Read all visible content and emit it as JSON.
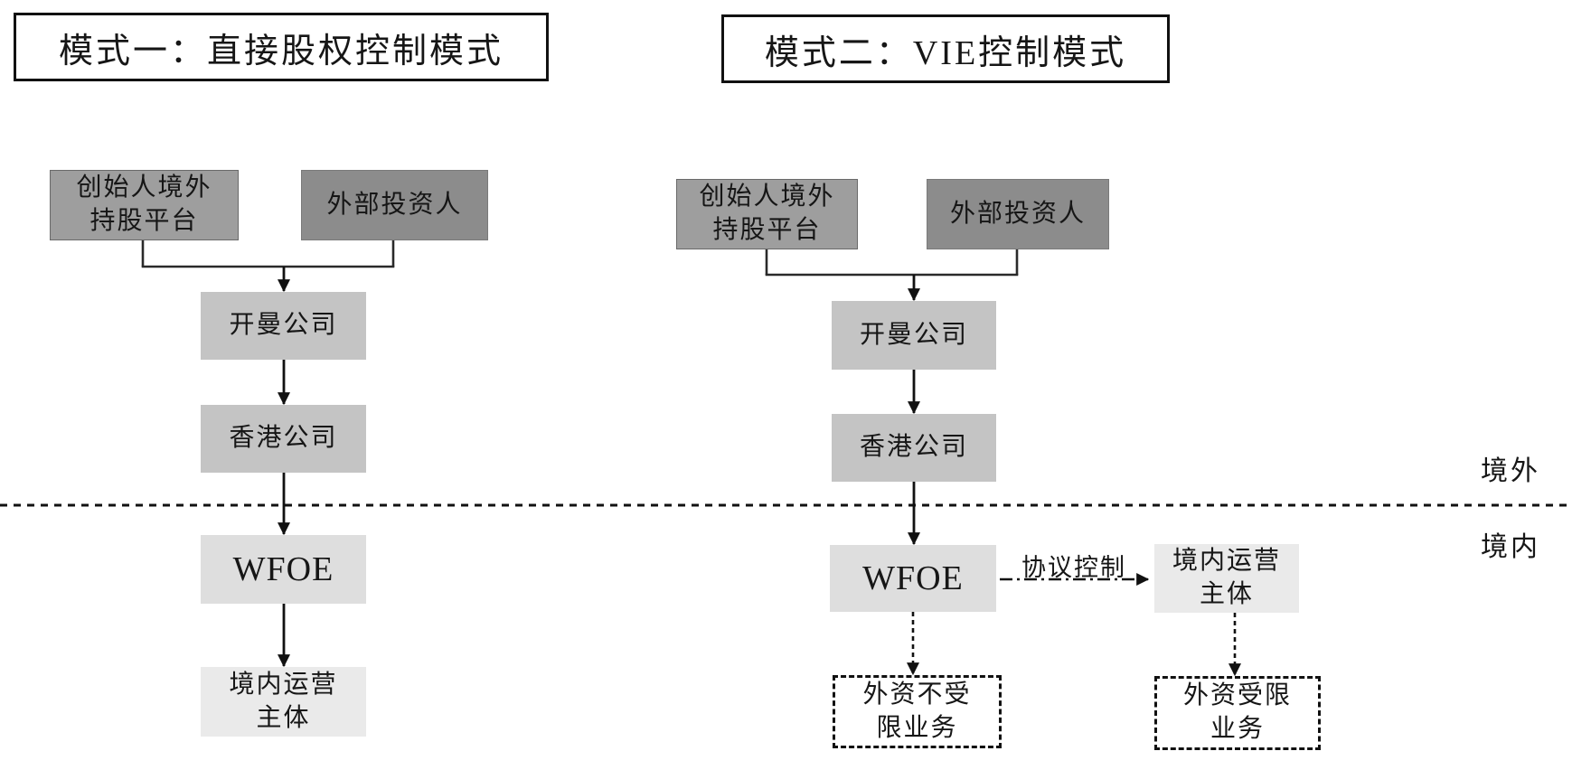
{
  "model1": {
    "title": "模式一：直接股权控制模式",
    "founder": {
      "line1": "创始人境外",
      "line2": "持股平台"
    },
    "investor": "外部投资人",
    "cayman": "开曼公司",
    "hk": "香港公司",
    "wfoe": "WFOE",
    "domestic": {
      "line1": "境内运营",
      "line2": "主体"
    }
  },
  "model2": {
    "title": "模式二：VIE控制模式",
    "founder": {
      "line1": "创始人境外",
      "line2": "持股平台"
    },
    "investor": "外部投资人",
    "cayman": "开曼公司",
    "hk": "香港公司",
    "wfoe": "WFOE",
    "domestic": {
      "line1": "境内运营",
      "line2": "主体"
    },
    "contract_label": "协议控制",
    "unrestricted": {
      "line1": "外资不受",
      "line2": "限业务"
    },
    "restricted": {
      "line1": "外资受限",
      "line2": "业务"
    }
  },
  "divider": {
    "offshore": "境外",
    "onshore": "境内"
  },
  "colors": {
    "box-dark": "#8c8c8c",
    "box-medium": "#9e9e9e",
    "box-light": "#c4c4c4",
    "box-lighter": "#dedede",
    "box-lightest": "#eaeaea",
    "line": "#1a1a1a"
  }
}
